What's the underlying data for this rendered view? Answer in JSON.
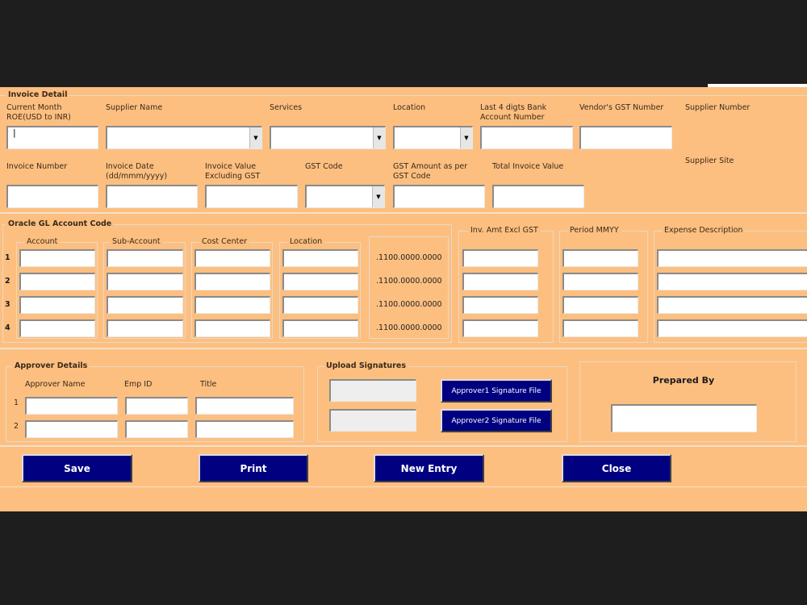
{
  "invoice_detail": {
    "title": "Invoice Detail",
    "roe": "Current Month ROE(USD to INR)",
    "roe_value": "|",
    "supplier_name": "Supplier Name",
    "services": "Services",
    "location": "Location",
    "bank": "Last 4 digts Bank Account Number",
    "vendor_gst": "Vendor's GST Number",
    "supplier_number": "Supplier Number",
    "invoice_number": "Invoice Number",
    "invoice_date": "Invoice Date (dd/mmm/yyyy)",
    "invoice_value": "Invoice Value Excluding GST",
    "gst_code": "GST Code",
    "gst_amount": "GST Amount as per GST Code",
    "total_value": "Total Invoice Value",
    "supplier_site": "Supplier Site"
  },
  "gl": {
    "title": "Oracle GL Account Code",
    "account": "Account",
    "sub_account": "Sub-Account",
    "cost_center": "Cost Center",
    "location": "Location",
    "inv_amt": "Inv. Amt Excl GST",
    "period": "Period MMYY",
    "expense": "Expense Description",
    "rows": [
      {
        "n": "1",
        "code": ".1100.0000.0000"
      },
      {
        "n": "2",
        "code": ".1100.0000.0000"
      },
      {
        "n": "3",
        "code": ".1100.0000.0000"
      },
      {
        "n": "4",
        "code": ".1100.0000.0000"
      }
    ]
  },
  "approver": {
    "title": "Approver Details",
    "name": "Approver Name",
    "emp": "Emp ID",
    "title_col": "Title",
    "rows": [
      "1",
      "2"
    ]
  },
  "upload": {
    "title": "Upload Signatures",
    "btn1": "Approver1 Signature File",
    "btn2": "Approver2 Signature File"
  },
  "prepared": {
    "title": "Prepared By"
  },
  "buttons": {
    "save": "Save",
    "print": "Print",
    "new_entry": "New Entry",
    "close": "Close"
  },
  "colors": {
    "form_bg": "#fdbf80",
    "button": "#000080"
  }
}
